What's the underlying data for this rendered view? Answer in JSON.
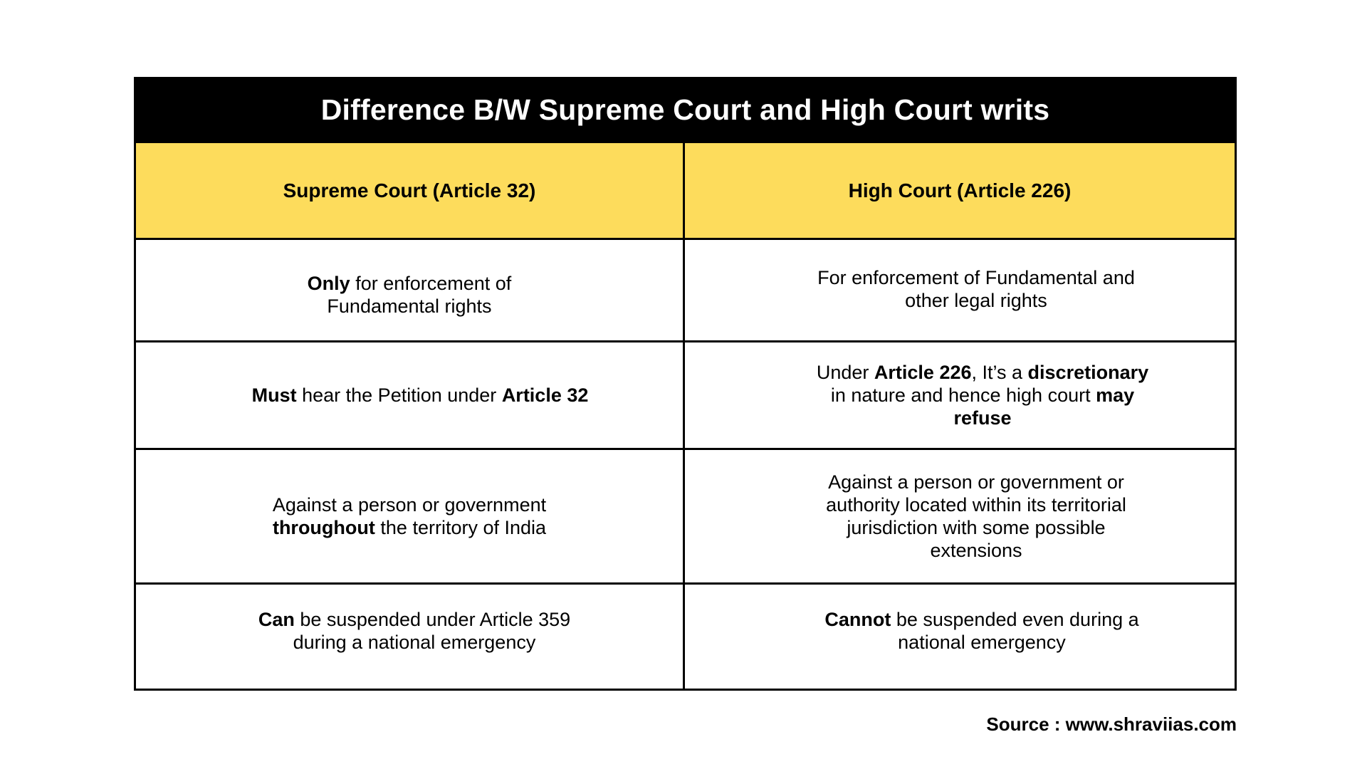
{
  "title": "Difference B/W Supreme Court and High Court writs",
  "columns": [
    "Supreme Court (Article 32)",
    "High Court (Article 226)"
  ],
  "rows": [
    {
      "supreme_court": {
        "lines": [
          [
            {
              "t": "Only",
              "b": true
            },
            {
              "t": " for enforcement of",
              "b": false
            }
          ],
          [
            {
              "t": "Fundamental rights",
              "b": false
            }
          ]
        ]
      },
      "high_court": {
        "lines": [
          [
            {
              "t": "For enforcement of Fundamental and",
              "b": false
            }
          ],
          [
            {
              "t": "other legal rights",
              "b": false
            }
          ]
        ]
      }
    },
    {
      "supreme_court": {
        "lines": [
          [
            {
              "t": "Must",
              "b": true
            },
            {
              "t": " hear the Petition under ",
              "b": false
            },
            {
              "t": "Article 32",
              "b": true
            }
          ]
        ]
      },
      "high_court": {
        "lines": [
          [
            {
              "t": "Under ",
              "b": false
            },
            {
              "t": "Article 226",
              "b": true
            },
            {
              "t": ", It’s a ",
              "b": false
            },
            {
              "t": "discretionary",
              "b": true
            }
          ],
          [
            {
              "t": "in nature and hence high court ",
              "b": false
            },
            {
              "t": "may",
              "b": true
            }
          ],
          [
            {
              "t": "refuse",
              "b": true
            }
          ]
        ]
      }
    },
    {
      "supreme_court": {
        "lines": [
          [
            {
              "t": "Against a person or government",
              "b": false
            }
          ],
          [
            {
              "t": "throughout",
              "b": true
            },
            {
              "t": " the territory of India",
              "b": false
            }
          ]
        ]
      },
      "high_court": {
        "lines": [
          [
            {
              "t": "Against a person or government or",
              "b": false
            }
          ],
          [
            {
              "t": "authority located within its territorial",
              "b": false
            }
          ],
          [
            {
              "t": "jurisdiction with some possible",
              "b": false
            }
          ],
          [
            {
              "t": "extensions",
              "b": false
            }
          ]
        ]
      }
    },
    {
      "supreme_court": {
        "lines": [
          [
            {
              "t": "Can",
              "b": true
            },
            {
              "t": " be suspended under Article 359",
              "b": false
            }
          ],
          [
            {
              "t": "during a national emergency",
              "b": false
            }
          ]
        ]
      },
      "high_court": {
        "lines": [
          [
            {
              "t": "Cannot",
              "b": true
            },
            {
              "t": " be suspended even during a",
              "b": false
            }
          ],
          [
            {
              "t": "national emergency",
              "b": false
            }
          ]
        ]
      }
    }
  ],
  "source": "Source : www.shraviias.com",
  "colors": {
    "title_bg": "#000000",
    "title_text": "#FFFFFF",
    "header_bg": "#FDDC5C",
    "border": "#000000",
    "body_bg": "#FFFFFF"
  }
}
